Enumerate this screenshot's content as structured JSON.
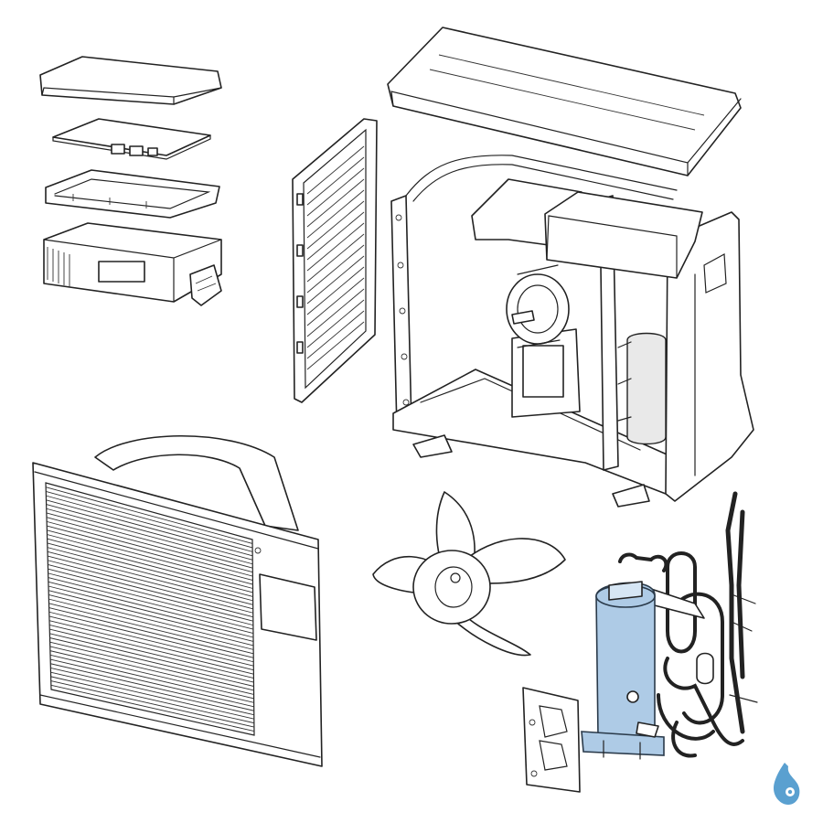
{
  "diagram": {
    "parts": [
      {
        "id": "top-cover",
        "name": "top-cover"
      },
      {
        "id": "pcb-board",
        "name": "pcb-board"
      },
      {
        "id": "electrical-box-lid",
        "name": "electrical-box-lid"
      },
      {
        "id": "electrical-box",
        "name": "electrical-box"
      },
      {
        "id": "side-grille",
        "name": "side-grille"
      },
      {
        "id": "top-panel",
        "name": "top-panel"
      },
      {
        "id": "chassis",
        "name": "chassis"
      },
      {
        "id": "fan-motor",
        "name": "fan-motor"
      },
      {
        "id": "front-grille-panel",
        "name": "front-grille-panel"
      },
      {
        "id": "fan-propeller",
        "name": "fan-propeller"
      },
      {
        "id": "compressor",
        "name": "compressor",
        "highlighted": true
      },
      {
        "id": "refrigerant-piping",
        "name": "refrigerant-piping"
      },
      {
        "id": "compressor-bracket",
        "name": "compressor-bracket"
      }
    ],
    "colors": {
      "line": "#222222",
      "highlight": "#aecbe6",
      "logo": "#5aa0d0"
    },
    "icons": {
      "brand_logo": "water-drop-logo-icon"
    }
  }
}
